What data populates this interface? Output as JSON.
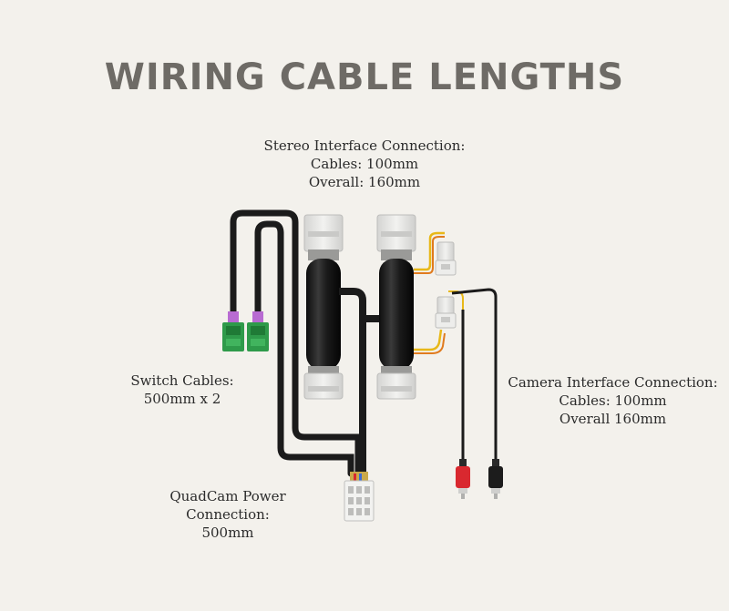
{
  "title": "WIRING CABLE LENGTHS",
  "labels": {
    "stereo": {
      "line1": "Stereo Interface Connection:",
      "line2": "Cables: 100mm",
      "line3": "Overall: 160mm"
    },
    "switch": {
      "line1": "Switch Cables:",
      "line2": "500mm x 2"
    },
    "camera": {
      "line1": "Camera Interface Connection:",
      "line2": "Cables: 100mm",
      "line3": "Overall 160mm"
    },
    "quadcam": {
      "line1": "QuadCam Power",
      "line2": "Connection:",
      "line3": "500mm"
    }
  },
  "colors": {
    "background": "#f3f1ec",
    "title": "#6e6b66",
    "cable": "#1b1b1b",
    "connector_white": "#e6e6e4",
    "connector_green": "#2e9a4a",
    "rca_red": "#d9282f",
    "rca_black": "#1c1c1c",
    "wire_yellow": "#e8b818"
  }
}
